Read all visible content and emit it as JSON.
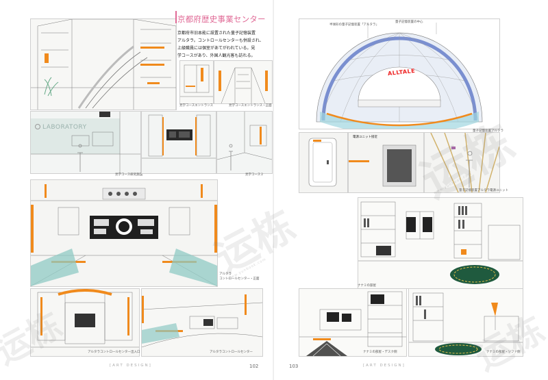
{
  "section": {
    "title": "京都府歴史事業センター",
    "body_lines": [
      "京都府市旧本能に設置された量子記憶装置",
      "アルタラ。コントロールセンターも併設され、",
      "上級職員には個室があてがわれている。見",
      "学コースがあり、外国人観光客も訪れる。"
    ]
  },
  "left_page": {
    "captions": {
      "entrance_small": "見学コースエントランス",
      "entrance_large": "見学コースエントランス・正面",
      "lab_panel": "見学コース研究施設",
      "lab_side": "見学コース２",
      "control_center_line1": "アルタラ",
      "control_center_line2": "コントロールセンター・正面",
      "control_outlet": "アルタラコントロールセンター出入口",
      "control_room": "アルタラコントロールセンター"
    },
    "signs": {
      "laboratory": "LABORATORY"
    },
    "page_number": "102",
    "footer": "[ART DESIGN]"
  },
  "right_page": {
    "captions": {
      "dome": "量子記憶装置アルタラ",
      "dome_label_left": "半球形の量子記憶装置「アルタラ」",
      "dome_label_right": "量子記憶装置の中心",
      "power_unit": "量子記憶装置アルタラ電源ユニット",
      "power_room_label": "電源ユニット接近",
      "bedroom": "ナナミの部屋",
      "bedroom_desk": "ナナミの部屋・デスク側",
      "bedroom_sofa": "ナナミの部屋・ソファ側"
    },
    "dome_sign": "ALLTALE",
    "page_number": "103",
    "footer": "[ART DESIGN]"
  },
  "watermark": {
    "text": "运栋",
    "sub": "www.yunbook.com"
  },
  "colors": {
    "accent": "#e06a96",
    "orange": "#f08a1c",
    "teal": "#8fc9c4",
    "line": "#555555"
  }
}
